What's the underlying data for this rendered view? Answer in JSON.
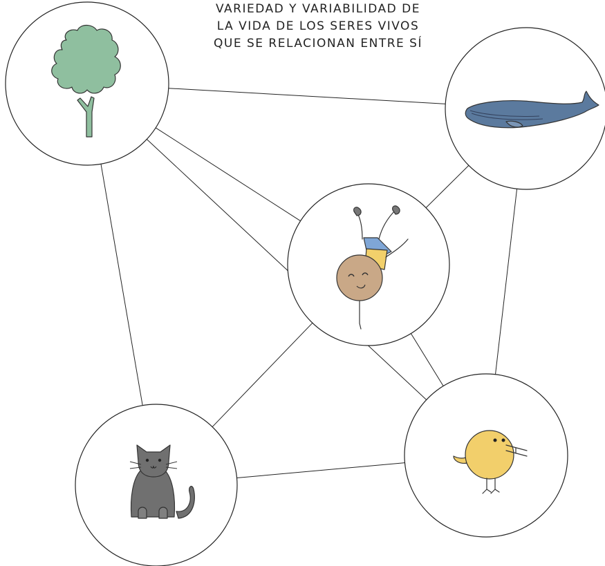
{
  "title": {
    "lines": [
      "VARIEDAD Y VARIABILIDAD DE",
      "LA VIDA DE LOS SERES VIVOS",
      "QUE SE RELACIONAN ENTRE SÍ"
    ]
  },
  "nodes": [
    {
      "id": "tree",
      "icon": "tree-icon"
    },
    {
      "id": "whale",
      "icon": "whale-icon"
    },
    {
      "id": "child",
      "icon": "child-icon"
    },
    {
      "id": "cat",
      "icon": "cat-icon"
    },
    {
      "id": "bird",
      "icon": "bird-icon"
    }
  ],
  "connections": [
    [
      "tree",
      "whale"
    ],
    [
      "tree",
      "child"
    ],
    [
      "tree",
      "bird"
    ],
    [
      "tree",
      "cat"
    ],
    [
      "whale",
      "child"
    ],
    [
      "whale",
      "bird"
    ],
    [
      "child",
      "cat"
    ],
    [
      "child",
      "bird"
    ],
    [
      "cat",
      "bird"
    ]
  ],
  "colors": {
    "tree_foliage": "#8fbf9f",
    "whale_body": "#5b7a9e",
    "child_face": "#c9a887",
    "child_shirt": "#f2d06b",
    "child_shorts": "#7fa6d6",
    "cat_body": "#707070",
    "bird_body": "#f2cf6b"
  }
}
